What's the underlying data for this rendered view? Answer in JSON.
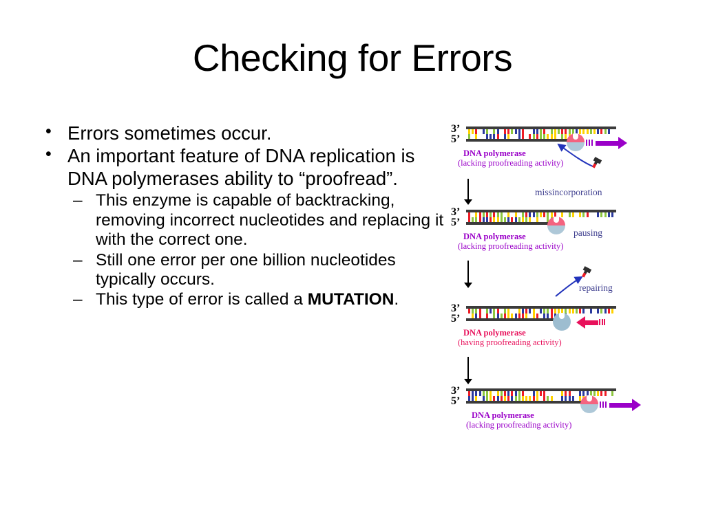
{
  "slide": {
    "title": "Checking for Errors",
    "bullets": [
      {
        "level": 1,
        "marker": "•",
        "text": "Errors sometimes occur."
      },
      {
        "level": 1,
        "marker": "•",
        "text": "An important feature of DNA replication is DNA polymerases ability to “proofread”."
      }
    ],
    "sub_bullets": [
      {
        "level": 2,
        "marker": "–",
        "text": "This enzyme is capable of backtracking, removing incorrect nucleotides and replacing it with the correct one."
      },
      {
        "level": 2,
        "marker": "–",
        "text": "Still one error per one billion nucleotides typically occurs."
      },
      {
        "level": 2,
        "marker": "–",
        "text_pre": "This type of error is called a ",
        "text_bold": "MUTATION",
        "text_post": "."
      }
    ]
  },
  "diagram": {
    "name": "dna-proofreading-diagram",
    "prime_top": "3’",
    "prime_bottom": "5’",
    "colors": {
      "purple": "#9a00c8",
      "crimson": "#e8115b",
      "navy": "#3f3f8f",
      "backbone": "#3b3b3b",
      "poly_top": "#f4637f",
      "poly_bottom": "#aec8d8",
      "poly_plain": "#9dbdd0",
      "blue_arrow": "#2233bb",
      "base_blue": "#2b3a9e",
      "base_green": "#8dc63f",
      "base_yellow": "#ffd200",
      "base_red": "#ee1c25",
      "base_white": "#ffffff"
    },
    "panels": [
      {
        "id": "panel-1",
        "polymerase_label": "DNA polymerase",
        "polymerase_sub": "(lacking proofreading activity)",
        "label_color": "#9a00c8",
        "annotation": "missincorporation",
        "arrow_direction": "right",
        "arrow_color": "#9a00c8",
        "polymerase_style": "two-tone"
      },
      {
        "id": "panel-2",
        "polymerase_label": "DNA polymerase",
        "polymerase_sub": "(lacking proofreading activity)",
        "label_color": "#9a00c8",
        "annotation": "pausing",
        "arrow_direction": "none",
        "polymerase_style": "two-tone"
      },
      {
        "id": "panel-3",
        "polymerase_label": "DNA polymerase",
        "polymerase_sub": "(having proofreading activity)",
        "label_color": "#e8115b",
        "annotation": "repairing",
        "arrow_direction": "left",
        "arrow_color": "#e8115b",
        "polymerase_style": "plain"
      },
      {
        "id": "panel-4",
        "polymerase_label": "DNA polymerase",
        "polymerase_sub": "(lacking proofreading activity)",
        "label_color": "#9a00c8",
        "annotation": "",
        "arrow_direction": "right",
        "arrow_color": "#9a00c8",
        "polymerase_style": "two-tone"
      }
    ]
  }
}
